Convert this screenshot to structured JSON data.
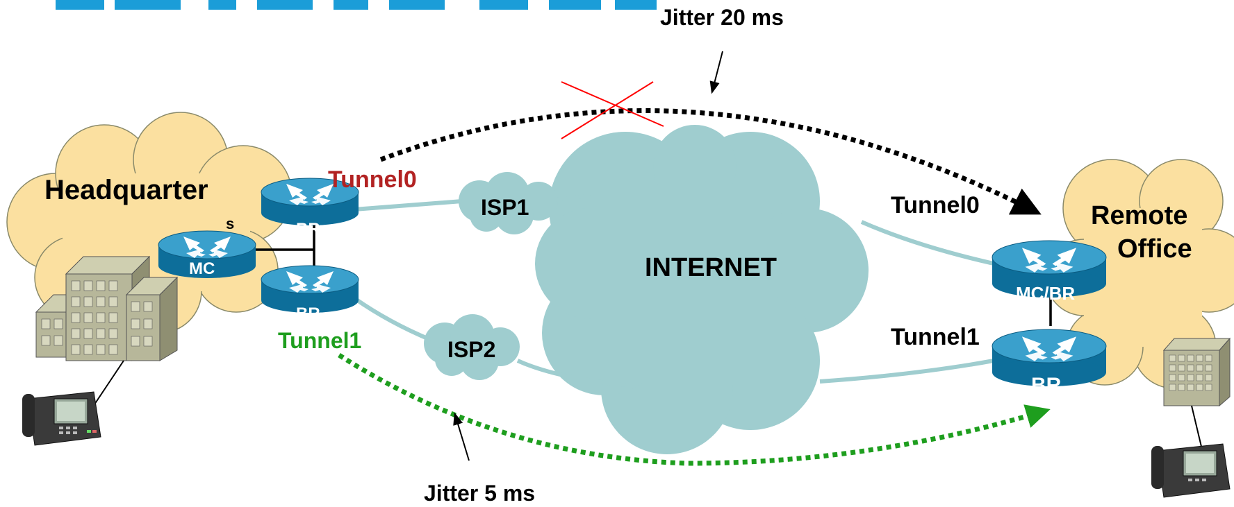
{
  "labels": {
    "headquarter": "Headquarter",
    "remote_line1": "Remote",
    "remote_line2": "Office",
    "internet": "INTERNET",
    "isp1": "ISP1",
    "isp2": "ISP2",
    "mc": "MC",
    "br_top": "BR",
    "br_bottom": "BR",
    "mc_br": "MC/BR",
    "br_remote": "BR",
    "hq_tunnel0": "Tunnel0",
    "hq_tunnel1": "Tunnel1",
    "remote_tunnel0": "Tunnel0",
    "remote_tunnel1": "Tunnel1",
    "jitter_top": "Jitter 20 ms",
    "jitter_bottom": "Jitter 5 ms"
  },
  "colors": {
    "title_blue": "#1b9dd8",
    "tunnel0_hq": "#b22222",
    "tunnel1_hq": "#1e9e1e",
    "path_black": "#000000",
    "path_green": "#1e9e1e",
    "fail_mark": "#ff0000",
    "site_cloud": "#fbe0a0",
    "internet_cloud": "#9fcdcf",
    "link": "#9fcdcf",
    "router_top": "#3aa0cc",
    "router_side": "#0d6e9a"
  },
  "icons": {
    "router": "router-icon",
    "building": "building-icon",
    "phone": "ip-phone-icon",
    "failure": "cross-mark-icon"
  }
}
